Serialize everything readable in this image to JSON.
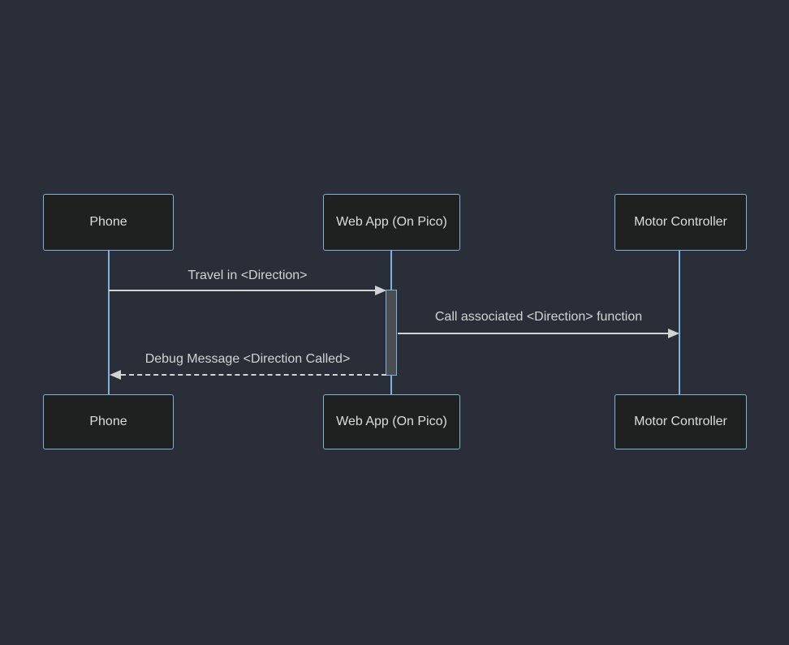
{
  "diagram": {
    "type": "sequence",
    "actors": [
      {
        "id": "phone",
        "label": "Phone"
      },
      {
        "id": "webapp",
        "label": "Web App (On Pico)"
      },
      {
        "id": "motor",
        "label": "Motor Controller"
      }
    ],
    "messages": [
      {
        "from": "Phone",
        "to": "Web App (On Pico)",
        "label": "Travel in <Direction>",
        "line": "solid",
        "direction": "right"
      },
      {
        "from": "Web App (On Pico)",
        "to": "Motor Controller",
        "label": "Call associated <Direction> function",
        "line": "solid",
        "direction": "right"
      },
      {
        "from": "Web App (On Pico)",
        "to": "Phone",
        "label": "Debug Message <Direction Called>",
        "line": "dashed",
        "direction": "left"
      }
    ],
    "activations": [
      {
        "actor": "Web App (On Pico)",
        "from_message": "Travel in <Direction>",
        "to_message": "Debug Message <Direction Called>"
      }
    ],
    "colors": {
      "background": "#2a2e39",
      "actor_fill": "#1f2121",
      "actor_border": "#81b1db",
      "actor_text": "#dcdcdc",
      "lifeline": "#81b1db",
      "signal": "#d3d3d3",
      "signal_text": "#d3d3d3",
      "activation_fill": "#4a4e52",
      "activation_border": "#81b1db"
    }
  }
}
